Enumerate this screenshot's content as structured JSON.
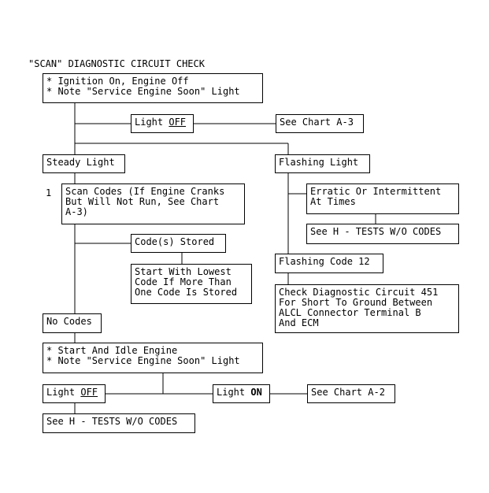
{
  "title": "\"SCAN\" DIAGNOSTIC CIRCUIT CHECK",
  "step_number": "1",
  "boxes": {
    "start": {
      "line1": "* Ignition On, Engine Off",
      "line2": "* Note \"Service Engine Soon\" Light"
    },
    "light_off_1": {
      "prefix": "Light ",
      "emph": "OFF"
    },
    "chart_a3": {
      "text": "See Chart A-3"
    },
    "steady": {
      "text": "Steady Light"
    },
    "flashing": {
      "text": "Flashing Light"
    },
    "scan_codes": {
      "line1": "Scan Codes (If Engine Cranks",
      "line2": "But Will Not Run, See Chart",
      "line3": "A-3)"
    },
    "erratic": {
      "line1": "Erratic Or Intermittent",
      "line2": "At Times"
    },
    "see_h_1": {
      "text": "See H - TESTS W/O CODES"
    },
    "codes_stored": {
      "text": "Code(s) Stored"
    },
    "flash12": {
      "text": "Flashing Code 12"
    },
    "lowest": {
      "line1": "Start With Lowest",
      "line2": "Code If More Than",
      "line3": "One Code Is Stored"
    },
    "check451": {
      "line1": "Check Diagnostic Circuit 451",
      "line2": "For Short To Ground Between",
      "line3": "ALCL Connector Terminal B",
      "line4": "And ECM"
    },
    "no_codes": {
      "text": "No Codes"
    },
    "start_idle": {
      "line1": "* Start And Idle Engine",
      "line2": "* Note \"Service Engine Soon\" Light"
    },
    "light_off_2": {
      "prefix": "Light ",
      "emph": "OFF"
    },
    "light_on": {
      "prefix": "Light ",
      "emph": "ON"
    },
    "chart_a2": {
      "text": "See Chart A-2"
    },
    "see_h_2": {
      "text": "See H - TESTS W/O CODES"
    }
  }
}
